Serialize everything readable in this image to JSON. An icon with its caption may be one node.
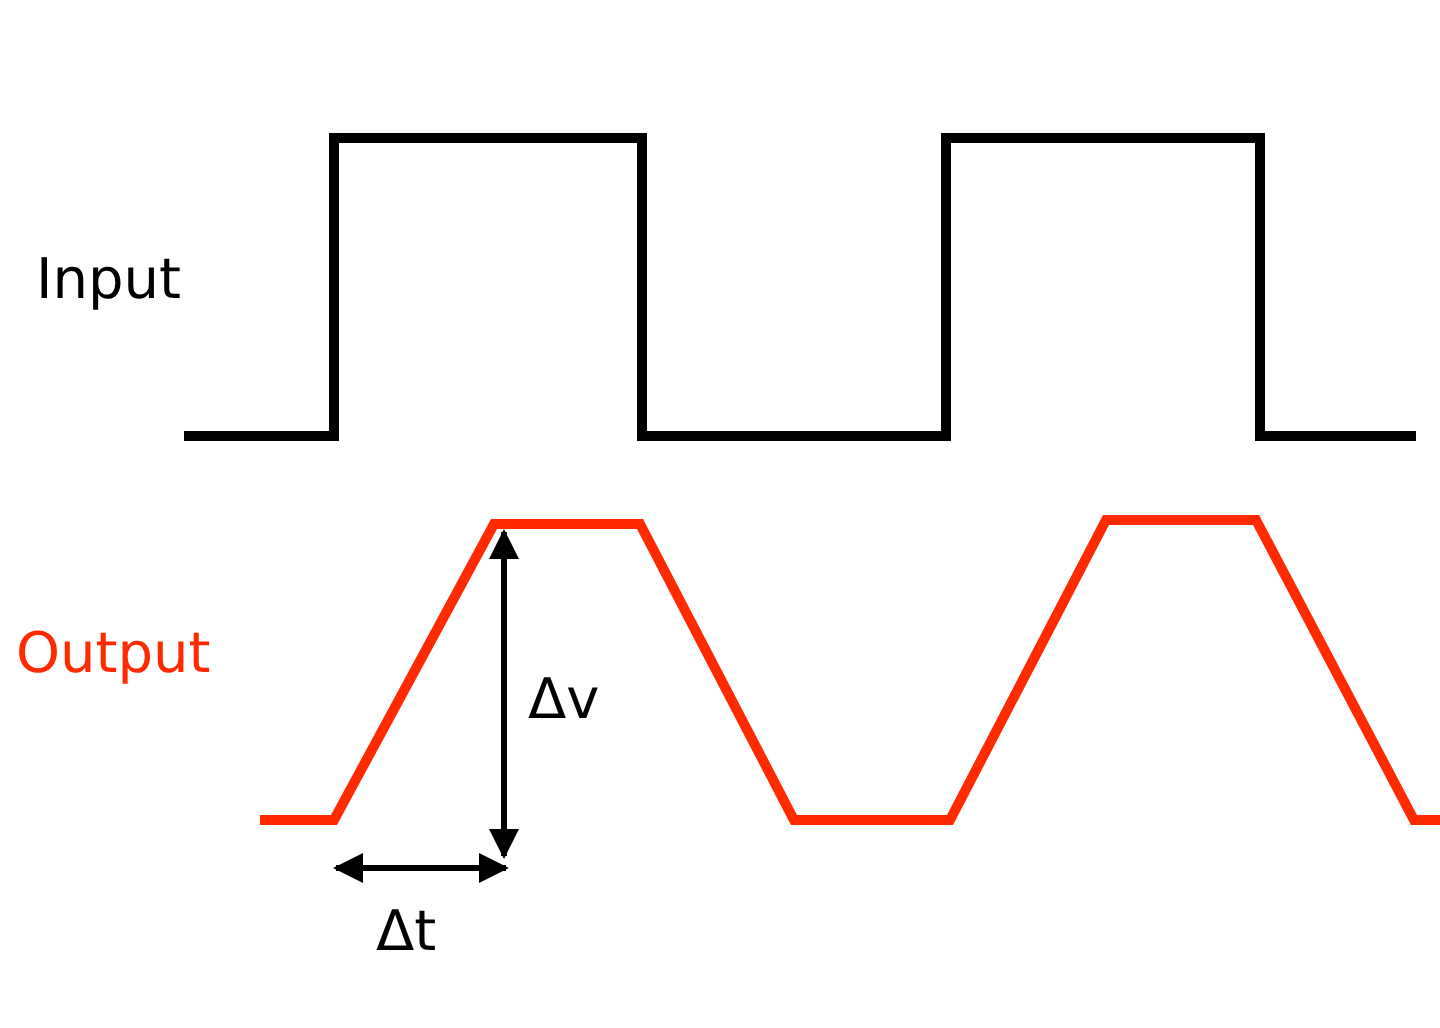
{
  "diagram": {
    "labels": [
      "Input",
      "Output",
      "Δv",
      "Δt"
    ]
  }
}
